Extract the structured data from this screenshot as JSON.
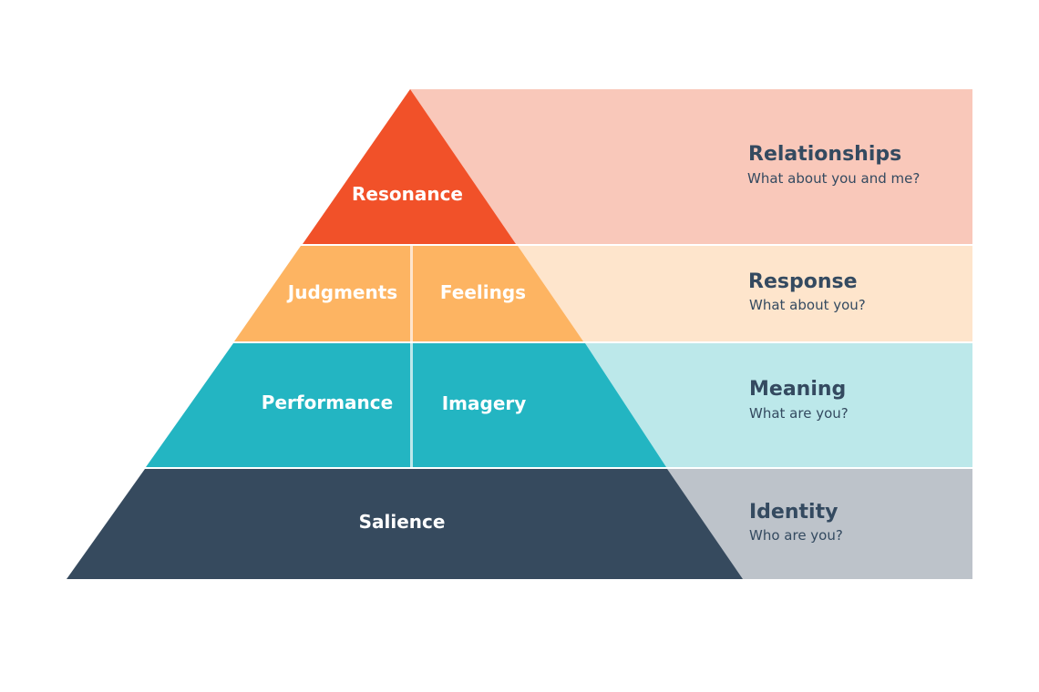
{
  "diagram": {
    "type": "brand-resonance-pyramid",
    "levels": [
      {
        "key": "resonance",
        "blocks": [
          "Resonance"
        ],
        "color": "#f15129",
        "panel_color": "#f9c8ba",
        "title": "Relationships",
        "question": "What about you and me?"
      },
      {
        "key": "response",
        "blocks": [
          "Judgments",
          "Feelings"
        ],
        "color": "#fdb462",
        "panel_color": "#fee5cc",
        "title": "Response",
        "question": "What about you?"
      },
      {
        "key": "meaning",
        "blocks": [
          "Performance",
          "Imagery"
        ],
        "color": "#23b5c2",
        "panel_color": "#bce8ea",
        "title": "Meaning",
        "question": "What are you?"
      },
      {
        "key": "identity",
        "blocks": [
          "Salience"
        ],
        "color": "#364a5e",
        "panel_color": "#bdc3ca",
        "title": "Identity",
        "question": "Who are you?"
      }
    ],
    "text_color": "#344a60"
  }
}
